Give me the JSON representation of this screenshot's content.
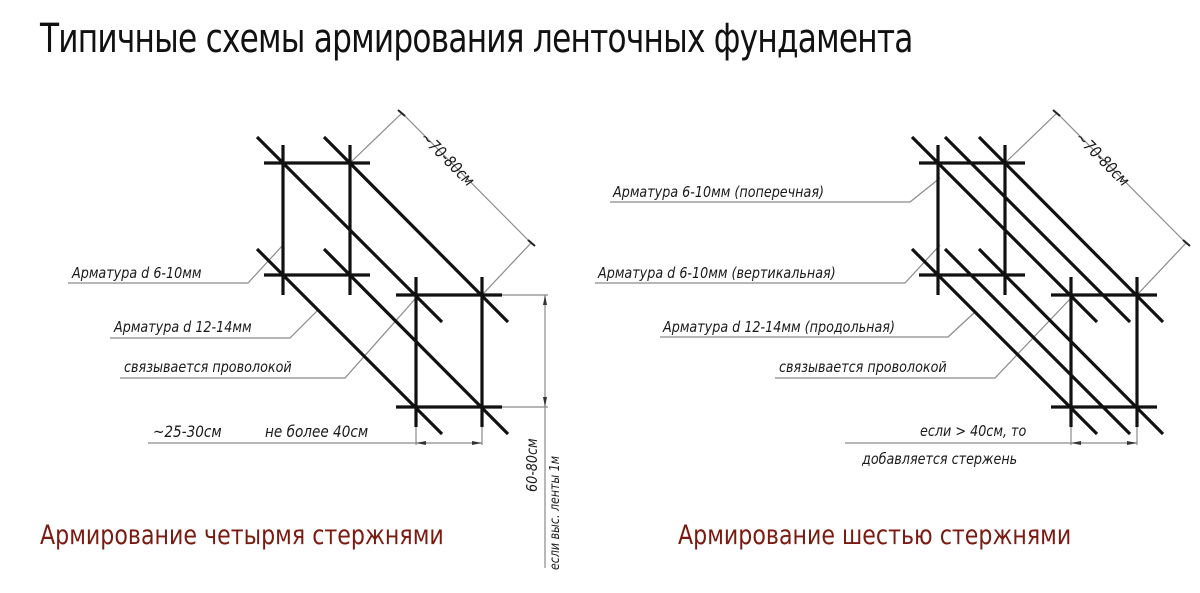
{
  "title": "Типичные схемы армирования ленточных фундамента",
  "colors": {
    "rebar": "#111111",
    "leader": "#8a8a8a",
    "caption": "#7a1a10",
    "background": "#ffffff"
  },
  "left_diagram": {
    "caption": "Армирование четырмя стержнями",
    "labels": {
      "rebar_small": "Арматура d 6-10мм",
      "rebar_large": "Арматура d 12-14мм",
      "tied": "связывается проволокой",
      "spacing": "~25-30см",
      "max_width": "не более 40см",
      "length": "~70-80см",
      "height": "60-80см",
      "height_note": "если выс. ленты 1м"
    },
    "rebar_count": 4
  },
  "right_diagram": {
    "caption": "Армирование шестью стержнями",
    "labels": {
      "rebar_transverse": "Арматура 6-10мм (поперечная)",
      "rebar_vertical": "Арматура d 6-10мм (вертикальная)",
      "rebar_longitudinal": "Арматура d 12-14мм (продольная)",
      "tied": "связывается проволокой",
      "extra_rod_line1": "если > 40см, то",
      "extra_rod_line2": "добавляется стержень",
      "length": "~70-80см"
    },
    "rebar_count": 6
  }
}
